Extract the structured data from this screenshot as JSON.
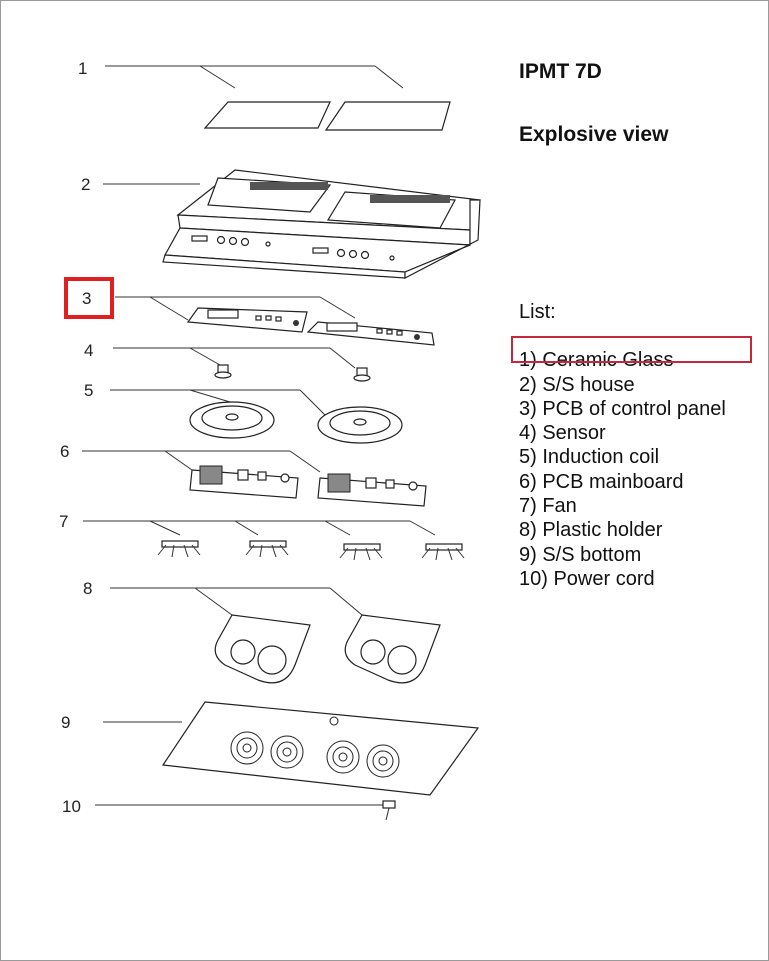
{
  "title": "IPMT 7D",
  "subtitle": "Explosive view",
  "list_heading": "List:",
  "items": [
    "1) Ceramic Glass",
    "2) S/S house",
    "3) PCB of control panel",
    "4) Sensor",
    "5) Induction coil",
    "6) PCB mainboard",
    "7) Fan",
    "8) Plastic holder",
    "9) S/S bottom",
    "10) Power cord"
  ],
  "callouts": [
    "1",
    "2",
    "3",
    "4",
    "5",
    "6",
    "7",
    "8",
    "9",
    "10"
  ],
  "highlighted_item": 3,
  "colors": {
    "highlight_red": "#e02020",
    "list_highlight": "#c4283a"
  }
}
